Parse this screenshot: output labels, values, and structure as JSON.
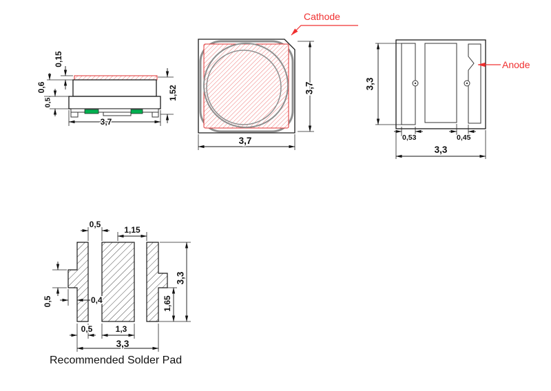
{
  "labels": {
    "cathode": "Cathode",
    "anode": "Anode",
    "solder_pad_caption": "Recommended Solder Pad"
  },
  "side_view_dims": {
    "phosphor_thickness": "0,15",
    "lens_height": "0,6",
    "base_height": "0,5",
    "total_height": "1,52",
    "width": "3,7"
  },
  "top_view_dims": {
    "width": "3,7",
    "height": "3,7"
  },
  "bottom_view_dims": {
    "height": "3,3",
    "cathode_pad_width": "0,53",
    "anode_gap_width": "0,45",
    "width": "3,3"
  },
  "solder_pad_dims": {
    "pad_gap": "0,5",
    "center_to_anode_pad": "1,15",
    "tab_depth": "0,4",
    "tab_height": "0,5",
    "side_pad_width": "0,5",
    "center_pad_width": "1,3",
    "total_width": "3,3",
    "anode_pad_lower_height": "1,65",
    "total_height": "3,3"
  },
  "colors": {
    "annotation_red": "#f03030",
    "hatch_red": "#f07878",
    "pad_green": "#00b050",
    "outline_gray": "#8f8f8f",
    "line_black": "#111111"
  }
}
